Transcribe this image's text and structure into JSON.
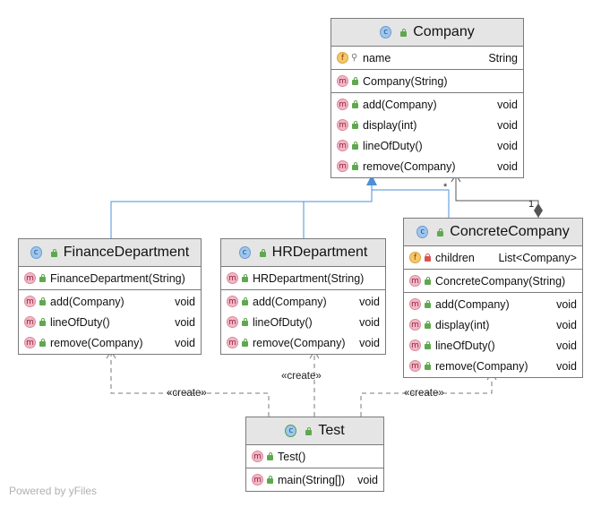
{
  "classes": {
    "company": {
      "name": "Company",
      "fields": [
        {
          "name": "name",
          "type": "String"
        }
      ],
      "constructors": [
        {
          "name": "Company(String)"
        }
      ],
      "methods": [
        {
          "name": "add(Company)",
          "type": "void"
        },
        {
          "name": "display(int)",
          "type": "void"
        },
        {
          "name": "lineOfDuty()",
          "type": "void"
        },
        {
          "name": "remove(Company)",
          "type": "void"
        }
      ]
    },
    "finance": {
      "name": "FinanceDepartment",
      "constructors": [
        {
          "name": "FinanceDepartment(String)"
        }
      ],
      "methods": [
        {
          "name": "add(Company)",
          "type": "void"
        },
        {
          "name": "lineOfDuty()",
          "type": "void"
        },
        {
          "name": "remove(Company)",
          "type": "void"
        }
      ]
    },
    "hr": {
      "name": "HRDepartment",
      "constructors": [
        {
          "name": "HRDepartment(String)"
        }
      ],
      "methods": [
        {
          "name": "add(Company)",
          "type": "void"
        },
        {
          "name": "lineOfDuty()",
          "type": "void"
        },
        {
          "name": "remove(Company)",
          "type": "void"
        }
      ]
    },
    "concrete": {
      "name": "ConcreteCompany",
      "fields": [
        {
          "name": "children",
          "type": "List<Company>"
        }
      ],
      "constructors": [
        {
          "name": "ConcreteCompany(String)"
        }
      ],
      "methods": [
        {
          "name": "add(Company)",
          "type": "void"
        },
        {
          "name": "display(int)",
          "type": "void"
        },
        {
          "name": "lineOfDuty()",
          "type": "void"
        },
        {
          "name": "remove(Company)",
          "type": "void"
        }
      ]
    },
    "test": {
      "name": "Test",
      "constructors": [
        {
          "name": "Test()"
        }
      ],
      "methods": [
        {
          "name": "main(String[])",
          "type": "void"
        }
      ]
    }
  },
  "icons": {
    "class": "c",
    "method": "m",
    "field": "f"
  },
  "edges": {
    "create_label": "«create»",
    "mult_many": "*",
    "mult_one": "1"
  },
  "colors": {
    "inheritance": "#4a90d9",
    "dependency": "#7a7a7a",
    "header_bg": "#e5e5e5"
  },
  "watermark": "Powered by yFiles"
}
